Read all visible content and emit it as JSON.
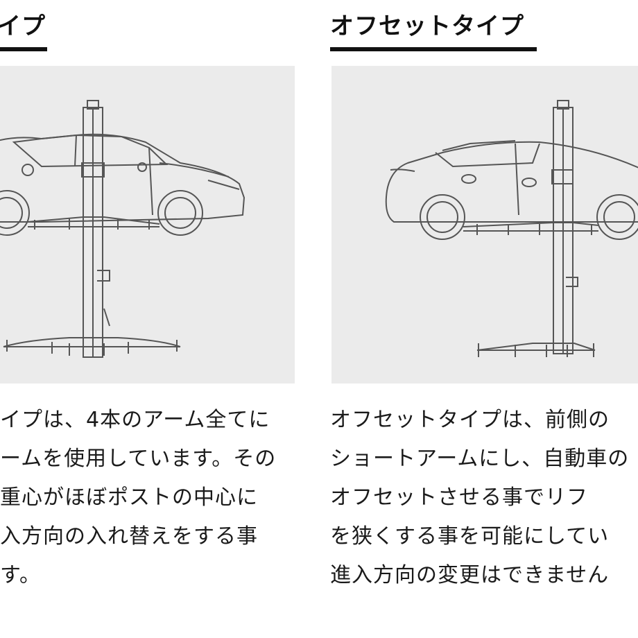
{
  "left": {
    "heading": "イプ",
    "lines": [
      "イプは、4本のアーム全てに",
      "ームを使用しています。その",
      "重心がほぼポストの中心に",
      "入方向の入れ替えをする事",
      "す。"
    ]
  },
  "right": {
    "heading": "オフセットタイプ",
    "lines": [
      "オフセットタイプは、前側の",
      "ショートアームにし、自動車の",
      "オフセットさせる事でリフ",
      "を狭くする事を可能にしてい",
      "進入方向の変更はできません"
    ]
  },
  "colors": {
    "panel_bg": "#ebebeb",
    "line_art": "#555555",
    "text": "#1a1a1a"
  },
  "icons": [
    "car-lift-illustration",
    "offset-car-lift-illustration"
  ]
}
